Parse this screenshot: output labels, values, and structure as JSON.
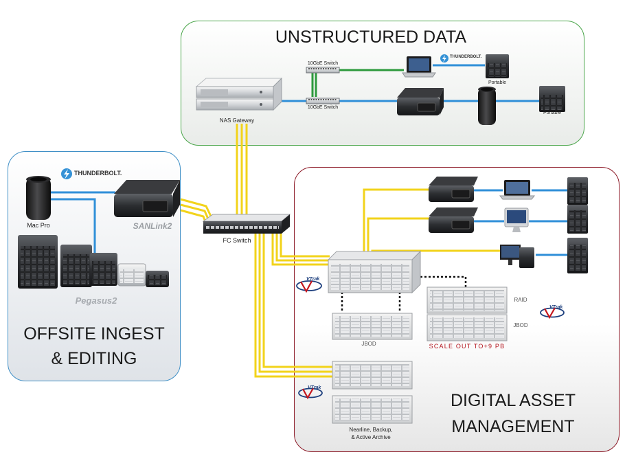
{
  "regions": {
    "unstructured": "UNSTRUCTURED DATA",
    "offsite": "OFFSITE INGEST\n& EDITING",
    "dam": "DIGITAL ASSET\nMANAGEMENT"
  },
  "labels": {
    "switch_top": "10GbE Switch",
    "switch_bottom": "10GbE Switch",
    "nas_gateway": "NAS Gateway",
    "portable_top": "Portable",
    "portable_right": "Portable",
    "fc_switch": "FC Switch",
    "mac_pro": "Mac Pro",
    "jbod_left": "JBOD",
    "raid": "RAID",
    "jbod_right": "JBOD",
    "scale_out": "SCALE OUT TO+9 PB",
    "nearline": "Nearline, Backup,\n& Active Archive"
  },
  "brands": {
    "thunderbolt_top": "THUNDERBOLT.",
    "thunderbolt_left": "THUNDERBOLT.",
    "sanlink": "SANLink2",
    "pegasus": "Pegasus2",
    "vtrak_main": "VTrak",
    "vtrak_raid": "VTrak",
    "vtrak_nearline": "VTrak"
  },
  "colors": {
    "fc_link": "#f2d31b",
    "tb_link": "#2f8fd8",
    "ethernet_link": "#2d9a3d",
    "scale_out_text": "#b3121b",
    "region_unstructured": "#4aa54a",
    "region_offsite": "#3f8fc6",
    "region_dam": "#8d1b28"
  }
}
